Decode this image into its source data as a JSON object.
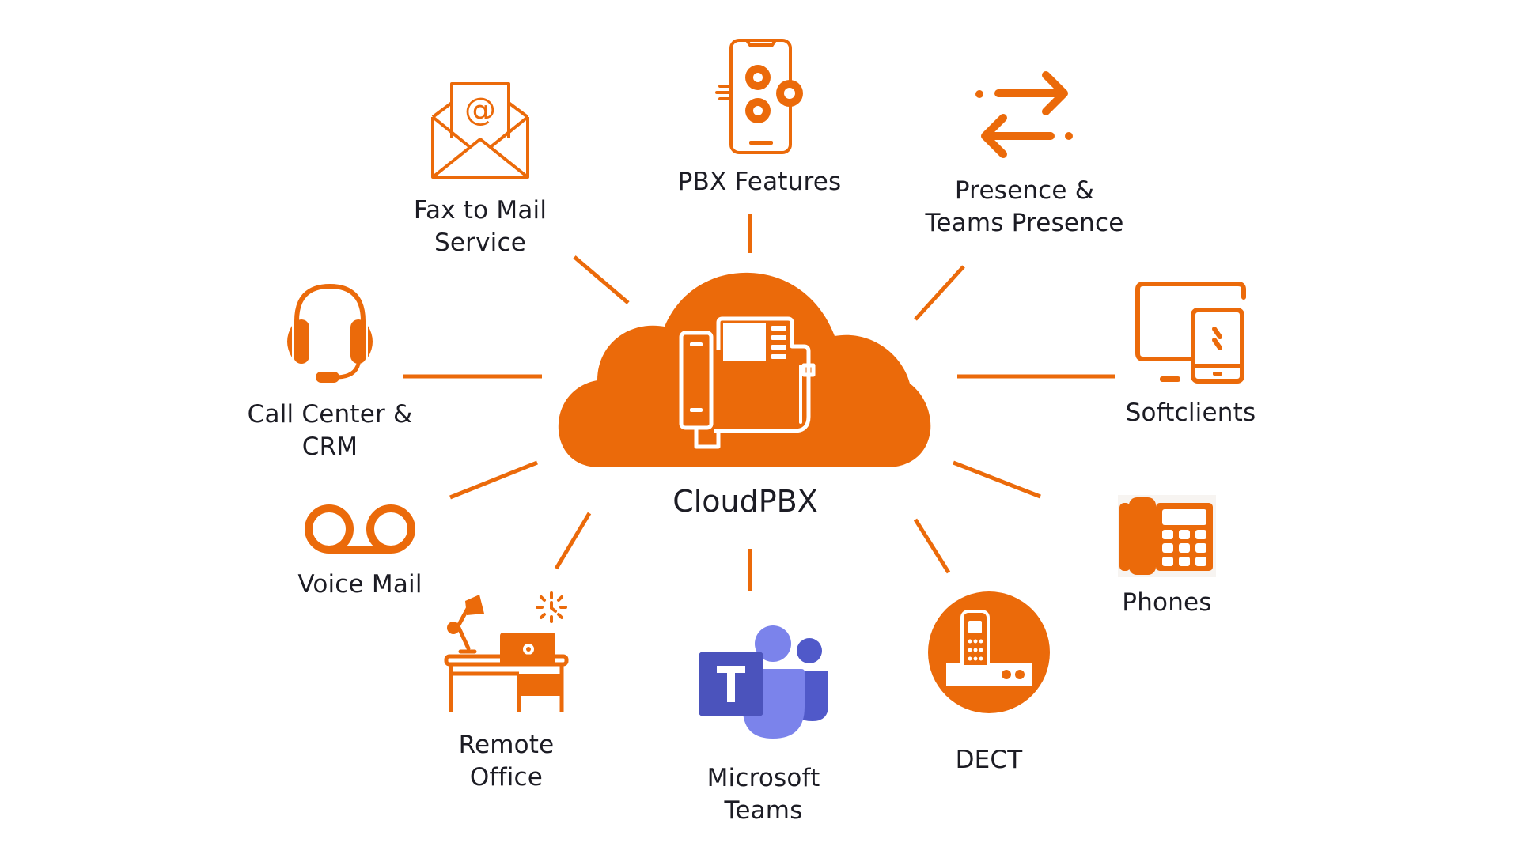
{
  "diagram": {
    "title": "CloudPBX",
    "accent_color": "#EB6A0A",
    "text_color": "#1C1C24",
    "teams_colors": {
      "dark": "#4B53BC",
      "mid": "#5059C9",
      "light": "#7B83EB"
    },
    "center": {
      "label": "CloudPBX",
      "icon": "cloud-desk-phone-icon"
    },
    "features": [
      {
        "id": "fax-to-mail",
        "lines": [
          "Fax to Mail",
          "Service"
        ],
        "icon": "envelope-at-icon"
      },
      {
        "id": "pbx-features",
        "lines": [
          "PBX Features"
        ],
        "icon": "smartphone-gears-icon"
      },
      {
        "id": "presence",
        "lines": [
          "Presence &",
          "Teams Presence"
        ],
        "icon": "exchange-arrows-icon"
      },
      {
        "id": "softclients",
        "lines": [
          "Softclients"
        ],
        "icon": "monitor-tablet-icon"
      },
      {
        "id": "phones",
        "lines": [
          "Phones"
        ],
        "icon": "desk-phone-icon"
      },
      {
        "id": "dect",
        "lines": [
          "DECT"
        ],
        "icon": "cordless-phone-icon"
      },
      {
        "id": "microsoft-teams",
        "lines": [
          "Microsoft",
          "Teams"
        ],
        "icon": "microsoft-teams-icon"
      },
      {
        "id": "remote-office",
        "lines": [
          "Remote",
          "Office"
        ],
        "icon": "desk-laptop-lamp-icon"
      },
      {
        "id": "voice-mail",
        "lines": [
          "Voice Mail"
        ],
        "icon": "voicemail-icon"
      },
      {
        "id": "call-center",
        "lines": [
          "Call Center &",
          "CRM"
        ],
        "icon": "headset-icon"
      }
    ]
  }
}
